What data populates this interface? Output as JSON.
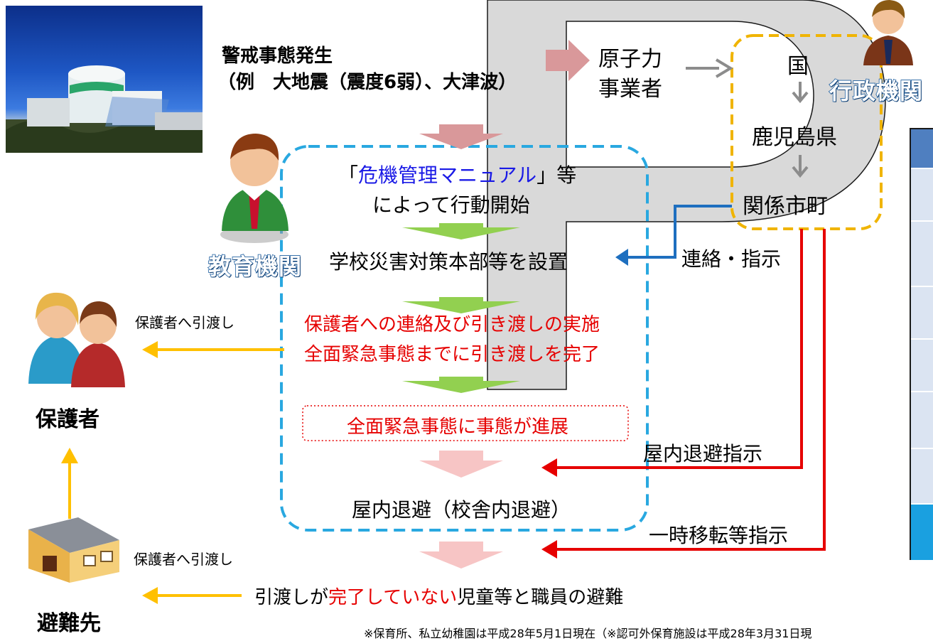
{
  "header": {
    "event_line1": "警戒事態発生",
    "event_line2": "（例　大地震（震度6弱）、大津波）"
  },
  "admin": {
    "operator_line1": "原子力",
    "operator_line2": "事業者",
    "country": "国",
    "prefecture": "鹿児島県",
    "municipality": "関係市町",
    "title": "行政機関"
  },
  "education": {
    "title": "教育機関",
    "manual_prefix": "「",
    "manual_name": "危機管理マニュアル",
    "manual_suffix": "」等",
    "manual_line2": "によって行動開始",
    "hq": "学校災害対策本部等を設置",
    "contact_line1": "保護者への連絡及び引き渡しの実施",
    "contact_line2": "全面緊急事態までに引き渡しを完了",
    "emergency": "全面緊急事態に事態が進展",
    "shelter": "屋内退避（校舎内退避）"
  },
  "instructions": {
    "contact": "連絡・指示",
    "indoor": "屋内退避指示",
    "relocation": "一時移転等指示"
  },
  "guardians": {
    "handover_label_top": "保護者へ引渡し",
    "label": "保護者",
    "handover_label_bottom": "保護者へ引渡し"
  },
  "evacuation": {
    "label": "避難先",
    "line_prefix": "引渡しが",
    "line_highlight": "完了していない",
    "line_suffix": "児童等と職員の避難"
  },
  "footnote": "※保育所、私立幼稚園は平成28年5月1日現在（※認可外保育施設は平成28年3月31日現",
  "colors": {
    "red": "#e60000",
    "blue_dash": "#29a8e0",
    "yellow_dash": "#f0b400",
    "orange_arrow": "#ffc000",
    "green_arrow": "#92d050",
    "pink_arrow": "#f7c5c5",
    "rose_arrow": "#d9989a",
    "blue_arrow": "#1e6fbf"
  }
}
